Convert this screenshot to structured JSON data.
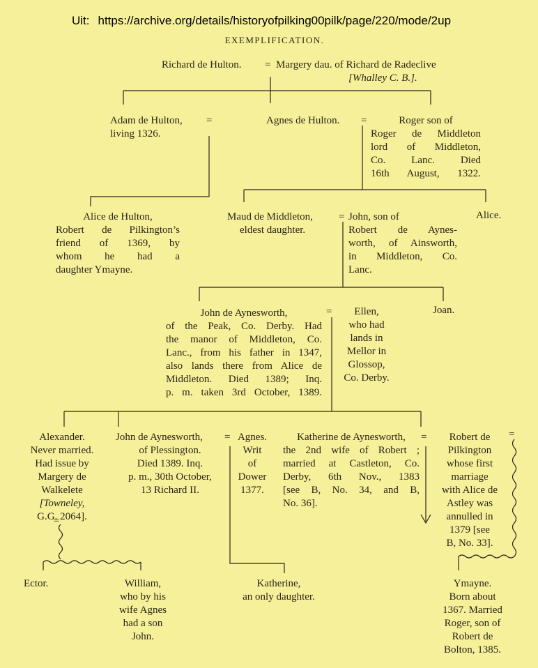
{
  "source": {
    "label": "Uit:",
    "url": "https://archive.org/details/historyofpilking00pilk/page/220/mode/2up"
  },
  "heading": "EXEMPLIFICATION.",
  "equals": "=",
  "nodes": {
    "richard_hulton": "Richard de Hulton.",
    "margery": [
      "Margery dau. of Richard de Radeclive",
      "[Whalley C. B.]."
    ],
    "adam": [
      "Adam de Hulton,",
      "living 1326."
    ],
    "agnes_hulton": "Agnes de Hulton.",
    "roger_middleton": [
      "Roger son of",
      "Roger de Middleton",
      "lord of Middleton,",
      "Co. Lanc. Died",
      "16th August, 1322."
    ],
    "alice_hulton": [
      "Alice de Hulton,",
      "Robert de Pilkington’s",
      "friend of 1369, by",
      "whom he had a",
      "daughter Ymayne."
    ],
    "maud": [
      "Maud de Middleton,",
      "eldest daughter."
    ],
    "john_son": [
      "John, son of",
      "Robert de Aynes-",
      "worth, of Ainsworth,",
      "in Middleton, Co.",
      "Lanc."
    ],
    "alice": "Alice.",
    "john_aynesworth": [
      "John de Aynesworth,",
      "of the Peak, Co. Derby. Had",
      "the manor of Middleton, Co.",
      "Lanc., from his father in 1347,",
      "also lands there from Alice de",
      "Middleton. Died 1389; Inq.",
      "p. m. taken 3rd October, 1389."
    ],
    "ellen": [
      "Ellen,",
      "who had",
      "lands in",
      "Mellor in",
      "Glossop,",
      "Co. Derby."
    ],
    "joan": "Joan.",
    "alexander": [
      "Alexander.",
      "Never married.",
      "Had issue by",
      "Margery de",
      "Walkelete",
      "[Towneley,",
      "G.G. 2064]."
    ],
    "john_plessington": [
      "John de Aynesworth,",
      "of Plessington.",
      "Died 1389. Inq.",
      "p. m., 30th October,",
      "13 Richard II."
    ],
    "agnes_writ": [
      "Agnes.",
      "Writ",
      "of",
      "Dower",
      "1377."
    ],
    "katherine_aynesworth": [
      "Katherine de Aynesworth,",
      "the 2nd wife of Robert ;",
      "married at Castleton, Co.",
      "Derby, 6th Nov., 1383",
      "[see B, No. 34, and B,",
      "No. 36]."
    ],
    "robert_pilkington": [
      "Robert de",
      "Pilkington",
      "whose first",
      "marriage",
      "with Alice de",
      "Astley was",
      "annulled in",
      "1379 [see",
      "B, No. 33]."
    ],
    "ector": "Ector.",
    "william": [
      "William,",
      "who by his",
      "wife Agnes",
      "had a son",
      "John."
    ],
    "katherine": [
      "Katherine,",
      "an only daughter."
    ],
    "ymayne": [
      "Ymayne.",
      "Born about",
      "1367. Married",
      "Roger, son of",
      "Robert de",
      "Bolton, 1385."
    ]
  }
}
